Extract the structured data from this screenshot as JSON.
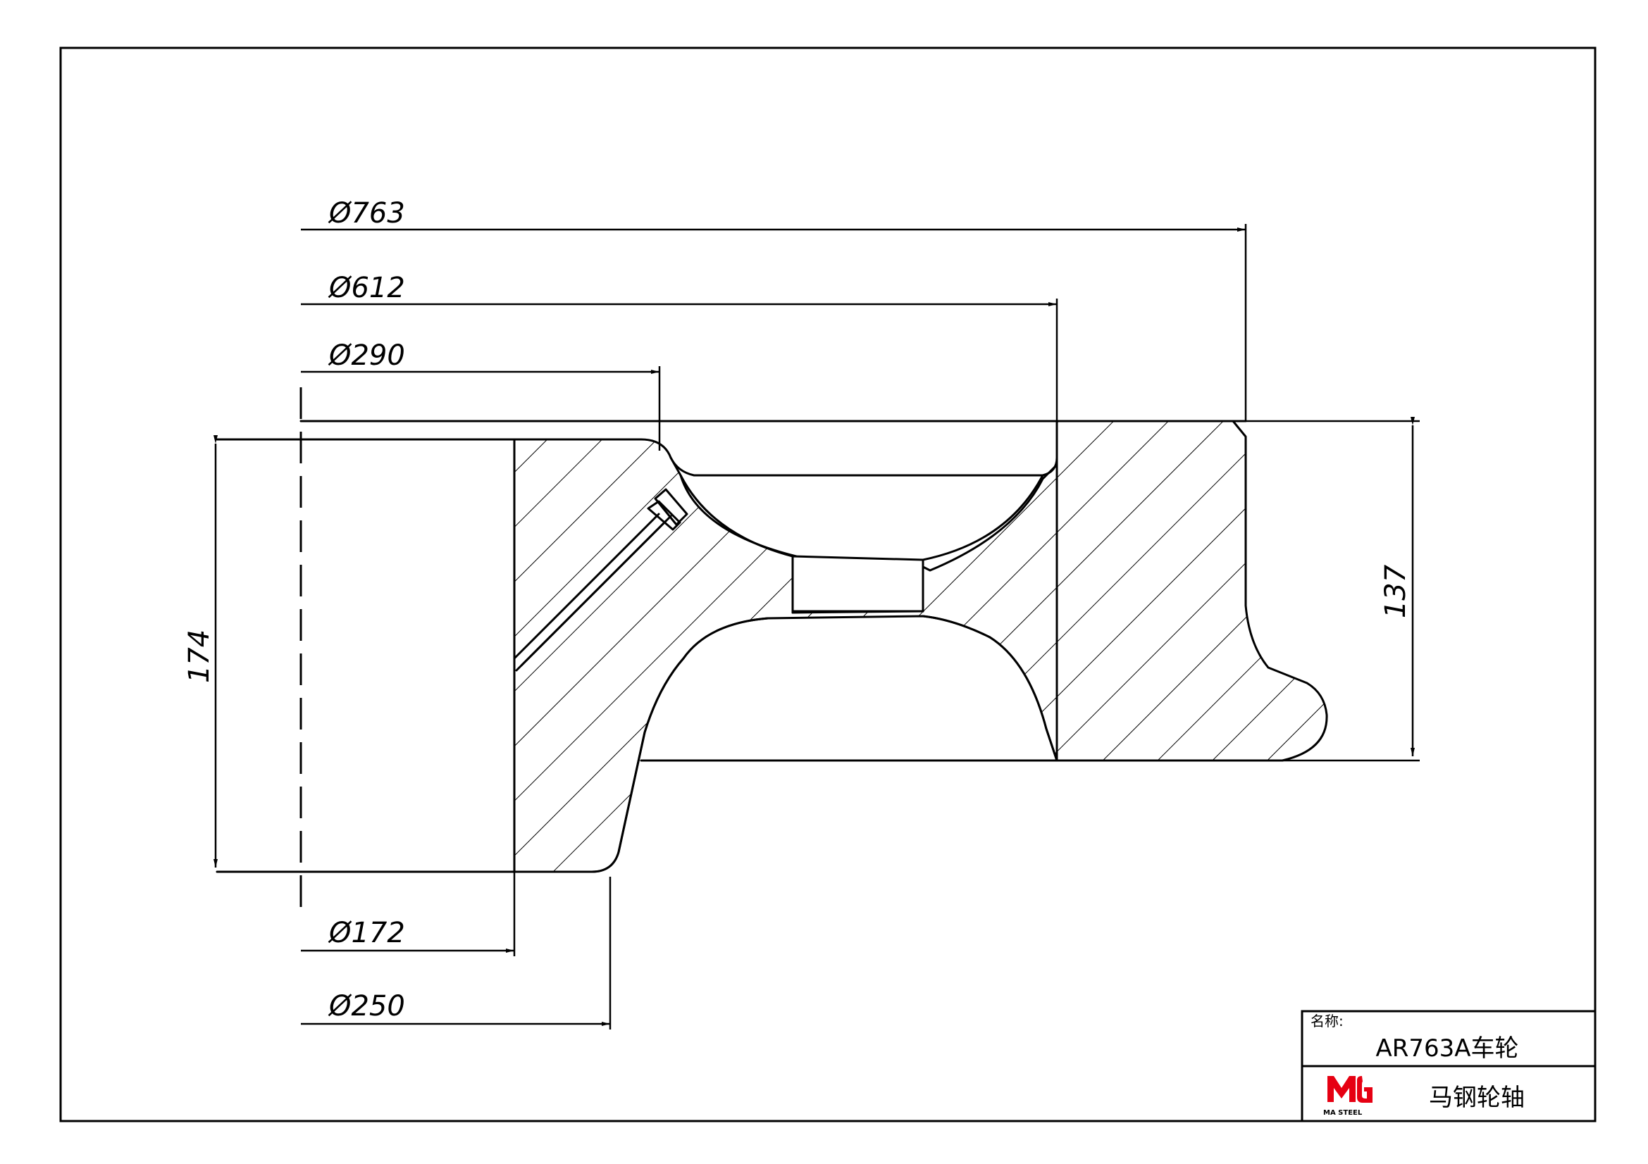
{
  "dimensions": {
    "d763": "Ø763",
    "d612": "Ø612",
    "d290": "Ø290",
    "d172": "Ø172",
    "d250": "Ø250",
    "h174": "174",
    "h137": "137"
  },
  "title_block": {
    "name_label": "名称:",
    "name_value": "AR763A车轮",
    "company": "马钢轮轴",
    "logo_text": "MA STEEL"
  },
  "colors": {
    "line": "#000000",
    "background": "#ffffff",
    "logo_red": "#e60012"
  }
}
